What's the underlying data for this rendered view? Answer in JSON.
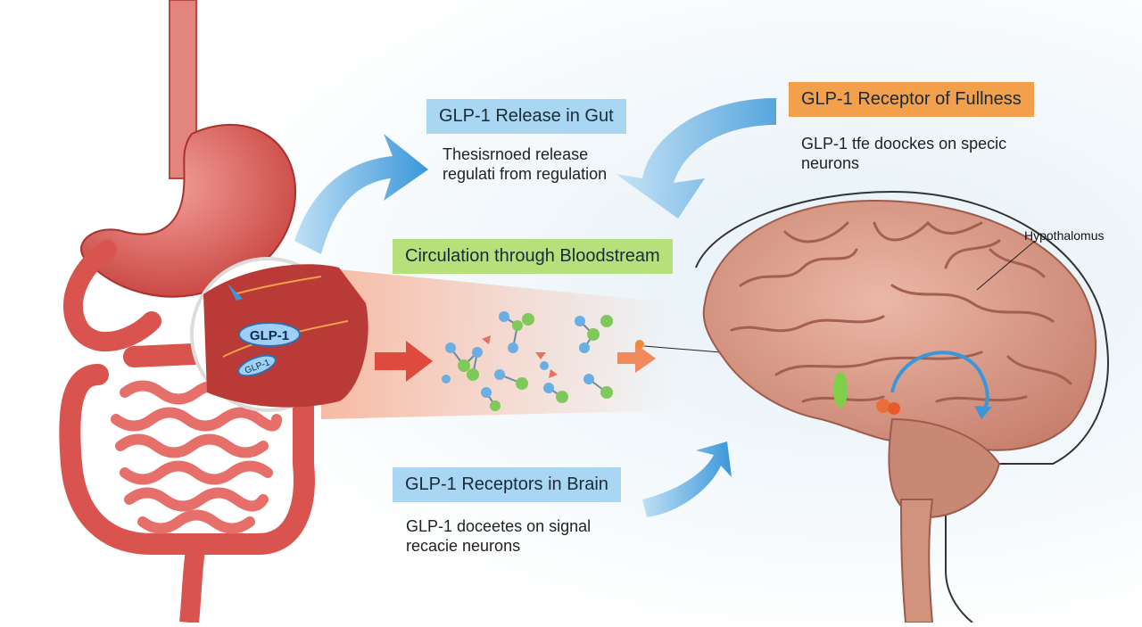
{
  "labels": {
    "release": {
      "title": "GLP-1 Release in Gut",
      "line1": "Thesisrnoed release",
      "line2": "regulati from regulation"
    },
    "circulation": {
      "title": "Circulation through Bloodstream"
    },
    "fullness": {
      "title": "GLP-1 Receptor of Fullness",
      "line1": "GLP-1 tfe doockes on specic",
      "line2": "neurons"
    },
    "brain_receptors": {
      "title": "GLP-1 Receptors in Brain",
      "line1": "GLP-1 doceetes on signal",
      "line2": "recacie neurons"
    },
    "hypothalamus": "Hypothalomus",
    "vessel_big": "GLP-1",
    "vessel_small": "GLP-1"
  },
  "colors": {
    "blue_box": "#a9d6f2",
    "green_box": "#b6e07a",
    "orange_box": "#f2a04b",
    "arrow_blue": "#4aa3de",
    "organ_red": "#d9534f",
    "brain_pink": "#d99a8a"
  }
}
